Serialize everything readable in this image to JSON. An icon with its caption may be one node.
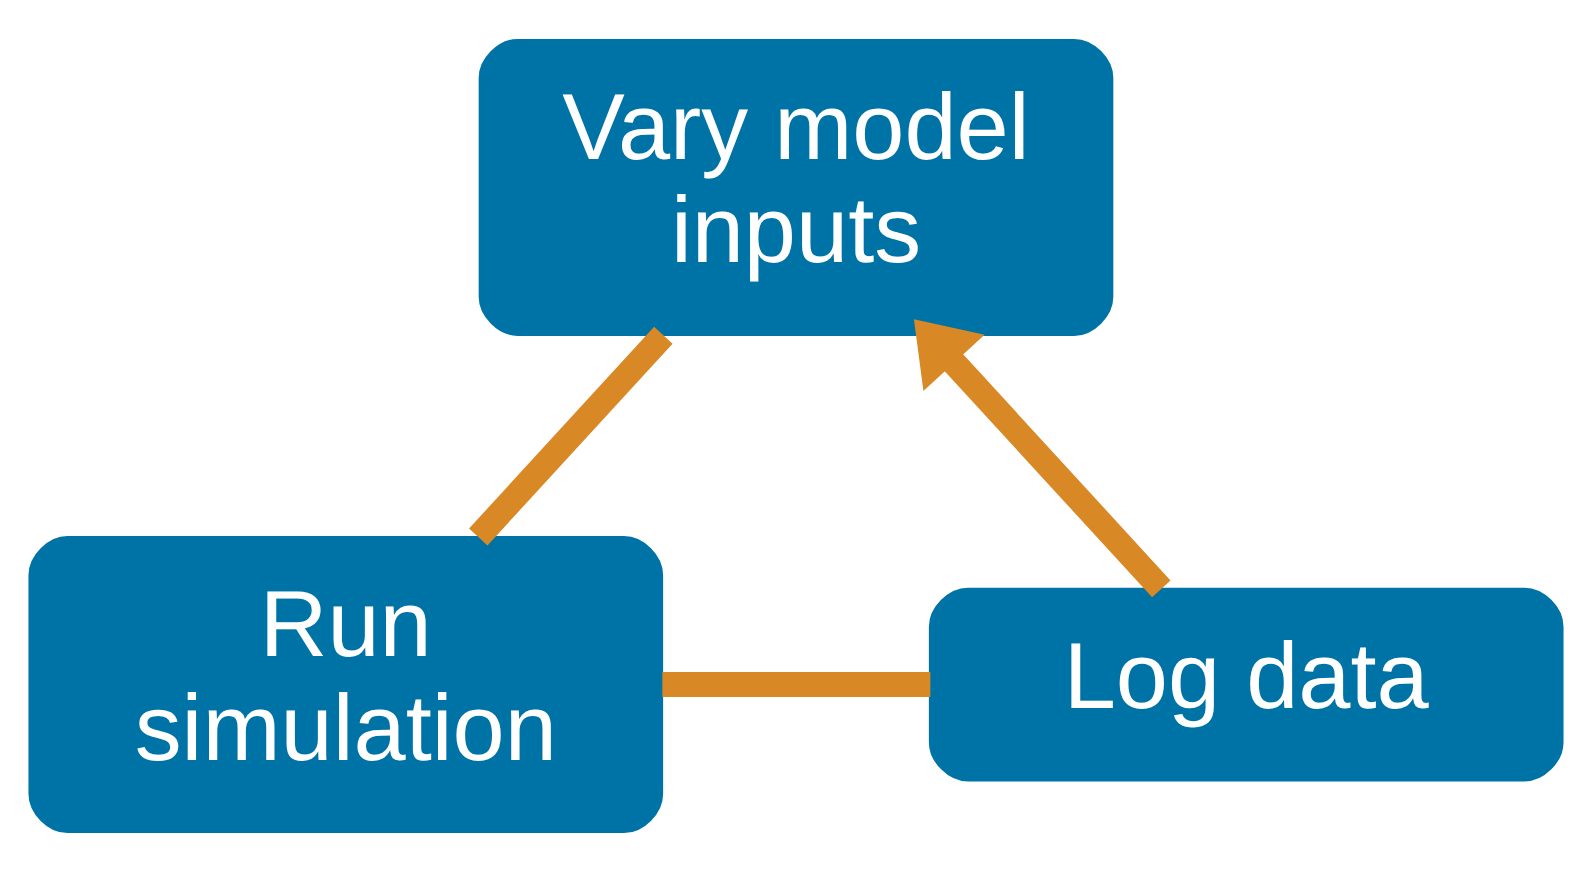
{
  "diagram": {
    "nodes": [
      {
        "text": [
          "Vary model inputs"
        ]
      },
      {
        "text": [
          "Run simulation"
        ]
      },
      {
        "text": [
          "Log data"
        ]
      }
    ],
    "edges": [
      {
        "from": 0,
        "to": 1,
        "arrow": "none"
      },
      {
        "from": 1,
        "to": 2,
        "arrow": "none"
      },
      {
        "from": 2,
        "to": 0,
        "arrow": "to"
      }
    ]
  }
}
